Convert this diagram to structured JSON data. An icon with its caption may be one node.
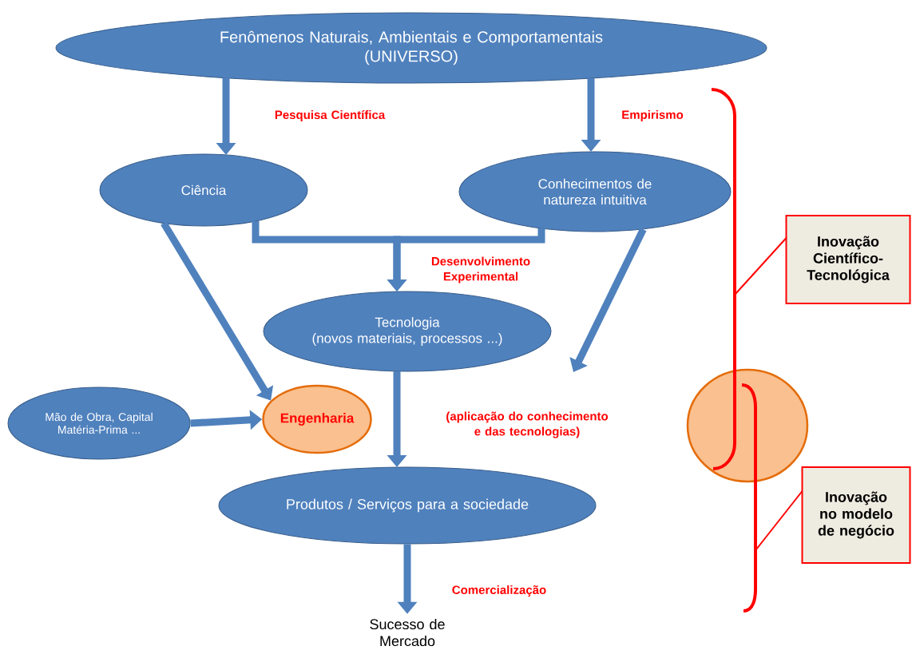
{
  "diagram": {
    "nodes": [
      {
        "text": [
          "Fenômenos Naturais, Ambientais e Comportamentais",
          "(UNIVERSO)"
        ]
      },
      {
        "text": [
          "Ciência"
        ]
      },
      {
        "text": [
          "Conhecimentos de natureza intuitiva"
        ]
      },
      {
        "text": [
          "Tecnologia",
          "(novos materiais, processos ...)"
        ]
      },
      {
        "text": [
          "Mão de Obra, Capital Matéria-Prima ..."
        ]
      },
      {
        "text": [
          "Engenharia"
        ]
      },
      {
        "text": [
          "Produtos / Serviços para a sociedade"
        ]
      },
      {
        "text": [
          "Sucesso de Mercado"
        ]
      },
      {
        "text": [
          "Inovação Científico-Tecnológica"
        ]
      },
      {
        "text": [
          "Inovação no modelo de negócio"
        ]
      },
      {
        "text": [],
        "shape": "circle"
      },
      {
        "text": [],
        "shape": "bracket"
      },
      {
        "text": [],
        "shape": "bracket"
      }
    ],
    "edges": [
      {
        "from": 0,
        "to": 1,
        "arrow": "to",
        "label": "Pesquisa Científica"
      },
      {
        "from": 0,
        "to": 2,
        "arrow": "to",
        "label": "Empirismo"
      },
      {
        "from": 1,
        "to": 3,
        "arrow": "to",
        "label": "Desenvolvimento Experimental"
      },
      {
        "from": 2,
        "to": 3,
        "arrow": "to"
      },
      {
        "from": 1,
        "to": 5,
        "arrow": "to"
      },
      {
        "from": 2,
        "to": null,
        "arrow": "to"
      },
      {
        "from": 4,
        "to": 5,
        "arrow": "to"
      },
      {
        "from": 3,
        "to": 6,
        "arrow": "to",
        "label": "(aplicação do conhecimento e das tecnologias)"
      },
      {
        "from": 6,
        "to": 7,
        "arrow": "to",
        "label": "Comercialização"
      },
      {
        "from": 8,
        "to": 11,
        "arrow": "none",
        "color": "#ff0000"
      },
      {
        "from": 9,
        "to": 12,
        "arrow": "none",
        "color": "#ff0000"
      }
    ]
  }
}
